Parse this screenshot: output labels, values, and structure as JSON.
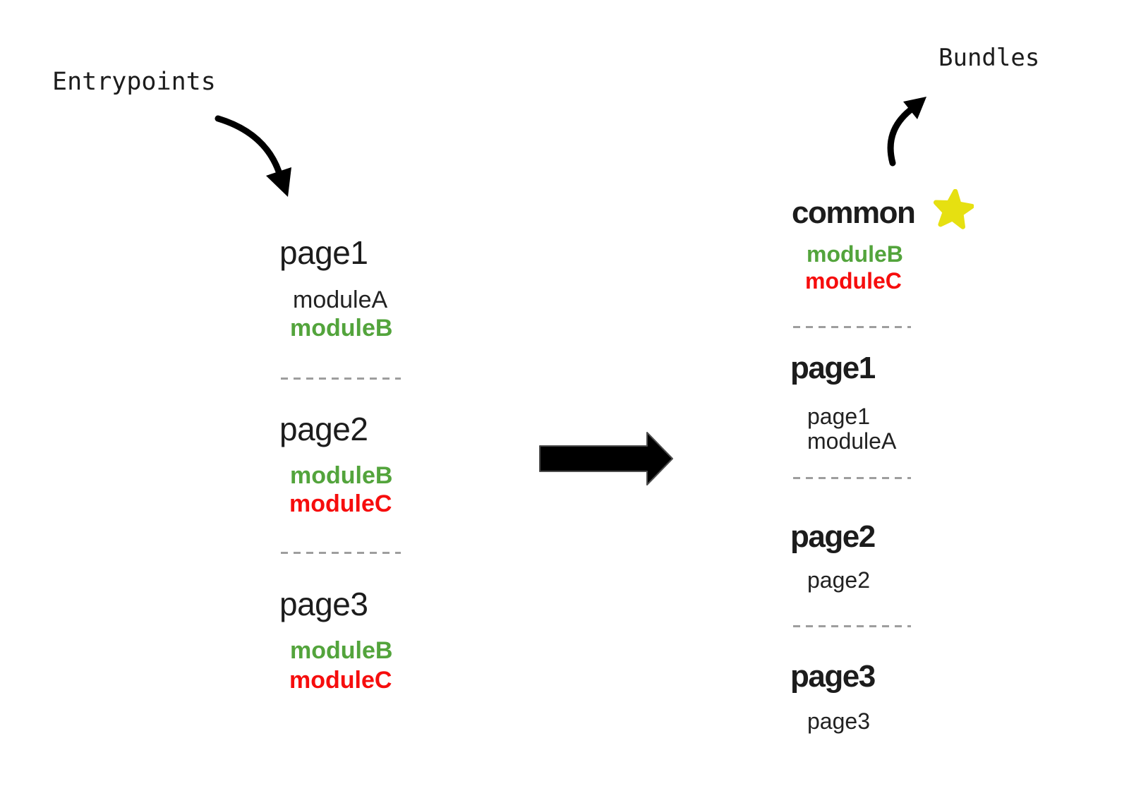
{
  "labels": {
    "entrypoints": "Entrypoints",
    "bundles": "Bundles"
  },
  "colors": {
    "green": "#53a43c",
    "red": "#f60d0d",
    "star": "#e6e011",
    "heading": "#1c1c1c",
    "item": "#222222",
    "dash": "#9e9e9e",
    "arrow": "#000000"
  },
  "icons": {
    "star": "star-icon",
    "transform": "right-arrow-icon",
    "entry_pointer": "curved-arrow-down-icon",
    "bundle_pointer": "curved-arrow-up-icon"
  },
  "entrypoints": [
    {
      "name": "page1",
      "modules": [
        {
          "label": "moduleA",
          "color": "plain"
        },
        {
          "label": "moduleB",
          "color": "green"
        }
      ]
    },
    {
      "name": "page2",
      "modules": [
        {
          "label": "moduleB",
          "color": "green"
        },
        {
          "label": "moduleC",
          "color": "red"
        }
      ]
    },
    {
      "name": "page3",
      "modules": [
        {
          "label": "moduleB",
          "color": "green"
        },
        {
          "label": "moduleC",
          "color": "red"
        }
      ]
    }
  ],
  "bundles": [
    {
      "name": "common",
      "starred": true,
      "modules": [
        {
          "label": "moduleB",
          "color": "green"
        },
        {
          "label": "moduleC",
          "color": "red"
        }
      ]
    },
    {
      "name": "page1",
      "starred": false,
      "modules": [
        {
          "label": "page1",
          "color": "plain"
        },
        {
          "label": "moduleA",
          "color": "plain"
        }
      ]
    },
    {
      "name": "page2",
      "starred": false,
      "modules": [
        {
          "label": "page2",
          "color": "plain"
        }
      ]
    },
    {
      "name": "page3",
      "starred": false,
      "modules": [
        {
          "label": "page3",
          "color": "plain"
        }
      ]
    }
  ]
}
